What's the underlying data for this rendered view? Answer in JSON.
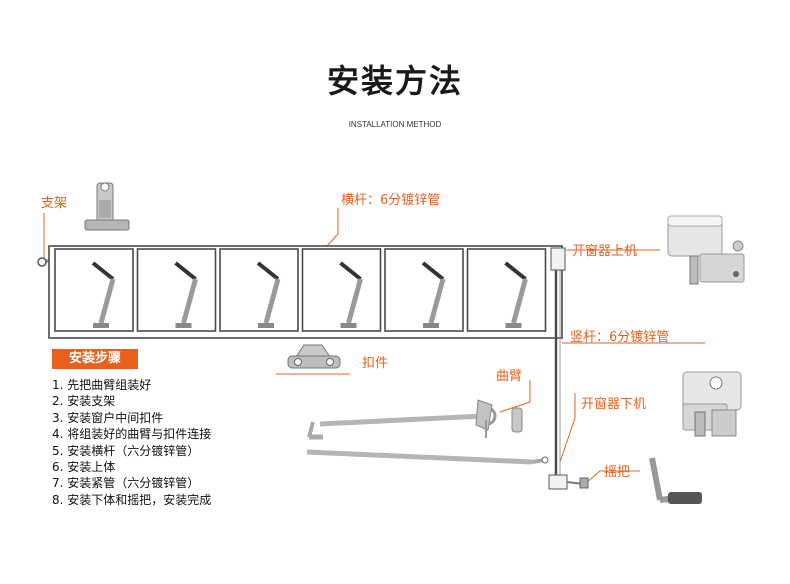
{
  "header": {
    "title": "安装方法",
    "subtitle": "INSTALLATION METHOD"
  },
  "labels": {
    "bracket": "支架",
    "crossbar": "横杆：6分镀锌管",
    "upper_opener": "开窗器上机",
    "clip": "扣件",
    "vertical_bar": "竖杆：6分镀锌管",
    "curved_arm": "曲臂",
    "lower_opener": "开窗器下机",
    "crank": "摇把"
  },
  "steps": {
    "heading": "安装步骤",
    "items": [
      "1. 先把曲臂组装好",
      "2. 安装支架",
      "3. 安装窗户中间扣件",
      "4. 将组装好的曲臂与扣件连接",
      "5. 安装横杆（六分镀锌管）",
      "6. 安装上体",
      "7. 安装紧管（六分镀锌管）",
      "8. 安装下体和摇把，安装完成"
    ]
  },
  "colors": {
    "accent": "#e8611c",
    "frame": "#4a4a4a",
    "metal": "#b8b8b8"
  },
  "windows": {
    "count": 6
  }
}
